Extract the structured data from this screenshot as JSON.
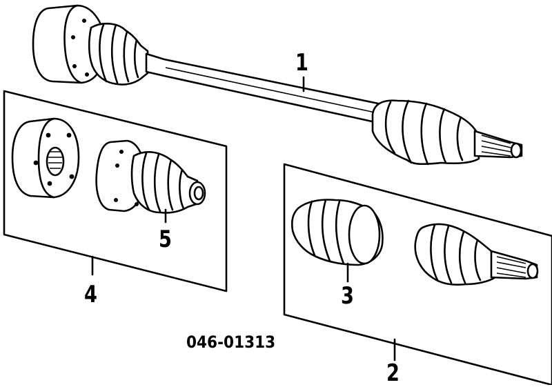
{
  "diagram": {
    "callouts": [
      {
        "id": "1",
        "text": "1"
      },
      {
        "id": "2",
        "text": "2"
      },
      {
        "id": "3",
        "text": "3"
      },
      {
        "id": "4",
        "text": "4"
      },
      {
        "id": "5",
        "text": "5"
      }
    ],
    "part_code": "046-01313"
  },
  "colors": {
    "ink": "#000000",
    "paper": "#ffffff"
  }
}
